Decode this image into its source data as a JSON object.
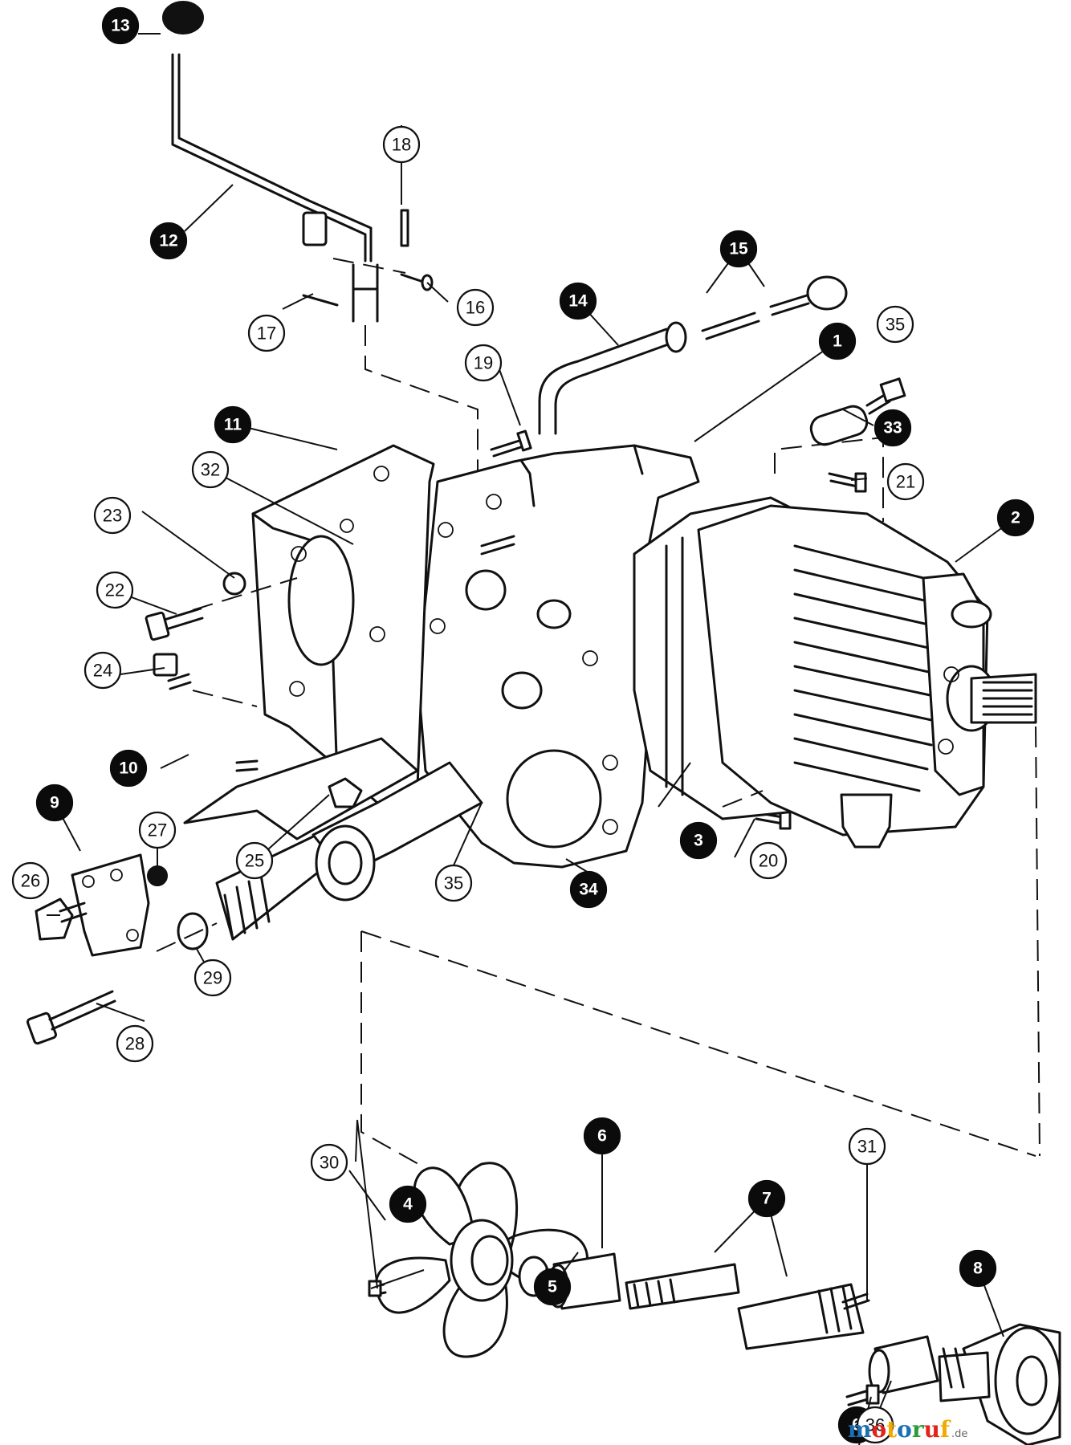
{
  "diagram": {
    "callouts": [
      {
        "label": "1",
        "filled": true
      },
      {
        "label": "2",
        "filled": true
      },
      {
        "label": "3",
        "filled": true
      },
      {
        "label": "4",
        "filled": true
      },
      {
        "label": "5",
        "filled": true
      },
      {
        "label": "6",
        "filled": true
      },
      {
        "label": "6",
        "filled": true
      },
      {
        "label": "7",
        "filled": true
      },
      {
        "label": "8",
        "filled": true
      },
      {
        "label": "9",
        "filled": true
      },
      {
        "label": "10",
        "filled": true
      },
      {
        "label": "11",
        "filled": true
      },
      {
        "label": "12",
        "filled": true
      },
      {
        "label": "13",
        "filled": true
      },
      {
        "label": "14",
        "filled": true
      },
      {
        "label": "15",
        "filled": true
      },
      {
        "label": "16",
        "filled": false
      },
      {
        "label": "17",
        "filled": false
      },
      {
        "label": "18",
        "filled": false
      },
      {
        "label": "19",
        "filled": false
      },
      {
        "label": "20",
        "filled": false
      },
      {
        "label": "21",
        "filled": false
      },
      {
        "label": "22",
        "filled": false
      },
      {
        "label": "23",
        "filled": false
      },
      {
        "label": "24",
        "filled": false
      },
      {
        "label": "25",
        "filled": false
      },
      {
        "label": "26",
        "filled": false
      },
      {
        "label": "27",
        "filled": false
      },
      {
        "label": "28",
        "filled": false
      },
      {
        "label": "29",
        "filled": false
      },
      {
        "label": "30",
        "filled": false
      },
      {
        "label": "31",
        "filled": false
      },
      {
        "label": "32",
        "filled": false
      },
      {
        "label": "33",
        "filled": true
      },
      {
        "label": "34",
        "filled": true
      },
      {
        "label": "35",
        "filled": false
      },
      {
        "label": "35",
        "filled": false
      },
      {
        "label": "36",
        "filled": false
      }
    ]
  },
  "watermark": {
    "letters": [
      "m",
      "o",
      "t",
      "o",
      "r",
      "u",
      "f"
    ],
    "colors": [
      "#1b6fb5",
      "#e2231a",
      "#f2a900",
      "#1b6fb5",
      "#2e9b3a",
      "#e2231a",
      "#f2a900"
    ],
    "suffix": ".de"
  }
}
